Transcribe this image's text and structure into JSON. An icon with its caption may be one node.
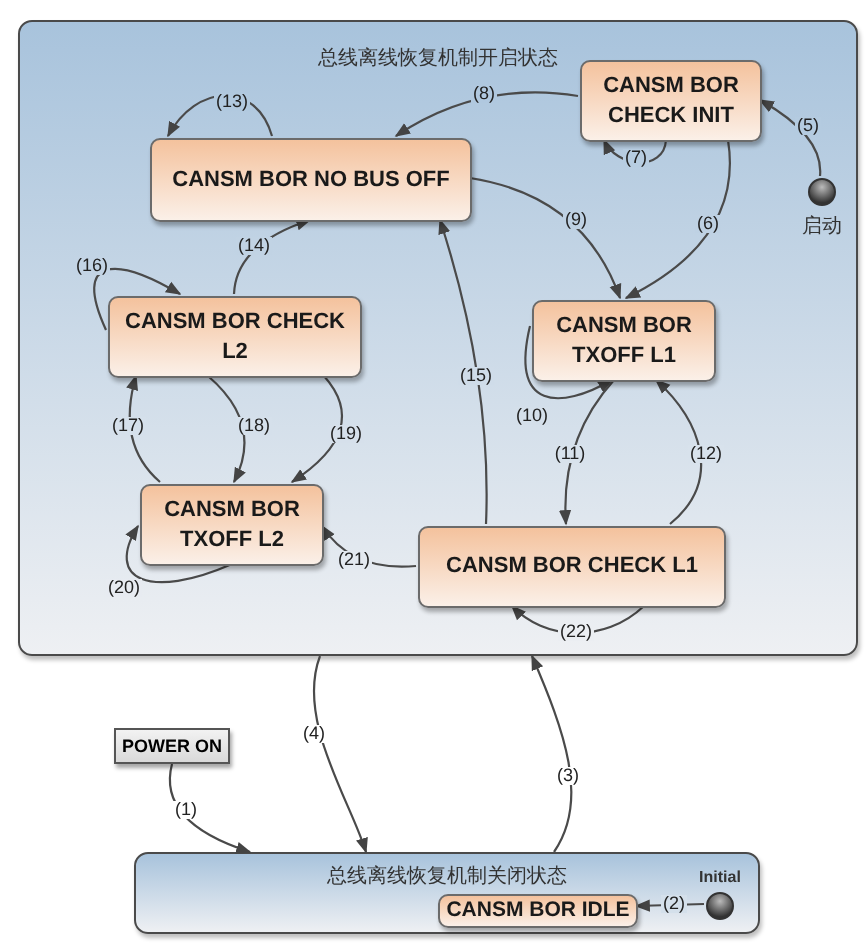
{
  "diagram": {
    "nodes": [
      {
        "text": [
          "总线离线恢复机制开启状态"
        ]
      },
      {
        "text": [
          "CANSM BOR CHECK INIT"
        ],
        "in": 0
      },
      {
        "text": [
          "CANSM BOR NO BUS OFF"
        ],
        "in": 0
      },
      {
        "text": [
          "CANSM BOR CHECK L2"
        ],
        "in": 0
      },
      {
        "text": [
          "CANSM BOR TXOFF L1"
        ],
        "in": 0
      },
      {
        "text": [
          "CANSM BOR TXOFF L2"
        ],
        "in": 0
      },
      {
        "text": [
          "CANSM BOR CHECK L1"
        ],
        "in": 0
      },
      {
        "text": [],
        "shape": "circle",
        "in": 0,
        "beside": [
          "启动"
        ]
      },
      {
        "text": [
          "POWER ON"
        ]
      },
      {
        "text": [
          "总线离线恢复机制关闭状态"
        ]
      },
      {
        "text": [
          "CANSM BOR IDLE"
        ],
        "in": 9
      },
      {
        "text": [],
        "shape": "circle",
        "in": 9,
        "beside": [
          "Initial"
        ]
      }
    ],
    "edges": [
      {
        "from": 8,
        "to": 9,
        "arrow": "to",
        "label": "(1)"
      },
      {
        "from": 11,
        "to": 10,
        "arrow": "to",
        "label": "(2)"
      },
      {
        "from": 9,
        "to": 0,
        "arrow": "to",
        "label": "(3)"
      },
      {
        "from": 0,
        "to": 9,
        "arrow": "to",
        "label": "(4)"
      },
      {
        "from": 7,
        "to": 1,
        "arrow": "to",
        "label": "(5)"
      },
      {
        "from": 1,
        "to": 4,
        "arrow": "to",
        "label": "(6)"
      },
      {
        "from": 1,
        "to": 1,
        "arrow": "to",
        "label": "(7)"
      },
      {
        "from": 1,
        "to": 2,
        "arrow": "to",
        "label": "(8)"
      },
      {
        "from": 2,
        "to": 4,
        "arrow": "to",
        "label": "(9)"
      },
      {
        "from": 4,
        "to": 4,
        "arrow": "to",
        "label": "(10)"
      },
      {
        "from": 4,
        "to": 6,
        "arrow": "to",
        "label": "(11)"
      },
      {
        "from": 6,
        "to": 4,
        "arrow": "to",
        "label": "(12)"
      },
      {
        "from": 2,
        "to": 2,
        "arrow": "to",
        "label": "(13)"
      },
      {
        "from": 3,
        "to": 2,
        "arrow": "to",
        "label": "(14)"
      },
      {
        "from": 6,
        "to": 2,
        "arrow": "to",
        "label": "(15)"
      },
      {
        "from": 3,
        "to": 3,
        "arrow": "to",
        "label": "(16)"
      },
      {
        "from": 5,
        "to": 3,
        "arrow": "to",
        "label": "(17)"
      },
      {
        "from": 3,
        "to": 5,
        "arrow": "to",
        "label": "(18)"
      },
      {
        "from": 3,
        "to": 5,
        "arrow": "to",
        "label": "(19)"
      },
      {
        "from": 5,
        "to": 5,
        "arrow": "to",
        "label": "(20)"
      },
      {
        "from": 6,
        "to": 5,
        "arrow": "to",
        "label": "(21)"
      },
      {
        "from": 6,
        "to": 6,
        "arrow": "to",
        "label": "(22)"
      }
    ]
  }
}
